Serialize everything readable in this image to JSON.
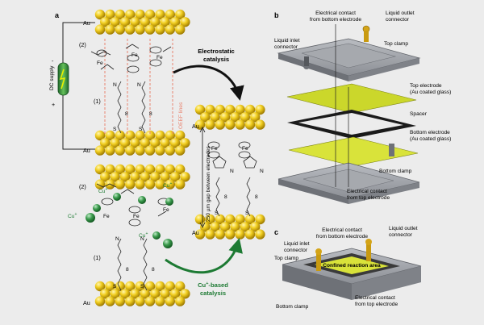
{
  "panels": {
    "a": "a",
    "b": "b",
    "c": "c"
  },
  "electrode": {
    "au": "Au"
  },
  "power": {
    "label": "DC supply",
    "minus": "-",
    "plus": "+"
  },
  "molecules": {
    "label1": "(1)",
    "label2": "(2)",
    "fe": "Fe",
    "n": "N",
    "s": "S",
    "chain": "8"
  },
  "arrows": {
    "electrostatic_line1": "Electrostatic",
    "electrostatic_line2": "catalysis",
    "cu_line1": "Cu",
    "cu_superscript": "+",
    "cu_line1_rest": "-based",
    "cu_line2": "catalysis"
  },
  "oeef": "OEEF lines",
  "gap": "250 µm gap between electrodes",
  "copper": {
    "ion": "Cu",
    "charge": "+"
  },
  "panel_b": {
    "contact_bottom": [
      "Electrical contact",
      "from bottom electrode"
    ],
    "liquid_outlet": [
      "Liquid outlet",
      "connector"
    ],
    "liquid_inlet": [
      "Liquid inlet",
      "connector"
    ],
    "top_clamp": "Top clamp",
    "top_electrode": [
      "Top electrode",
      "(Au coated glass)"
    ],
    "spacer": "Spacer",
    "bottom_electrode": [
      "Bottom electrode",
      "(Au coated glass)"
    ],
    "bottom_clamp": "Bottom clamp",
    "contact_top": [
      "Electrical contact",
      "from top electrode"
    ]
  },
  "panel_c": {
    "contact_bottom": [
      "Electrical contact",
      "from bottom electrode"
    ],
    "liquid_outlet": [
      "Liquid outlet",
      "connector"
    ],
    "liquid_inlet": [
      "Liquid inlet",
      "connector"
    ],
    "top_clamp": "Top clamp",
    "reaction_area": "Confined reaction area",
    "bottom_clamp": "Bottom clamp",
    "contact_top": [
      "Electrical contact",
      "from top electrode"
    ]
  },
  "colors": {
    "gold": "#e8c21a",
    "green": "#2f8a3f",
    "oeef": "#e8836f",
    "steel": "#8c8f94"
  }
}
